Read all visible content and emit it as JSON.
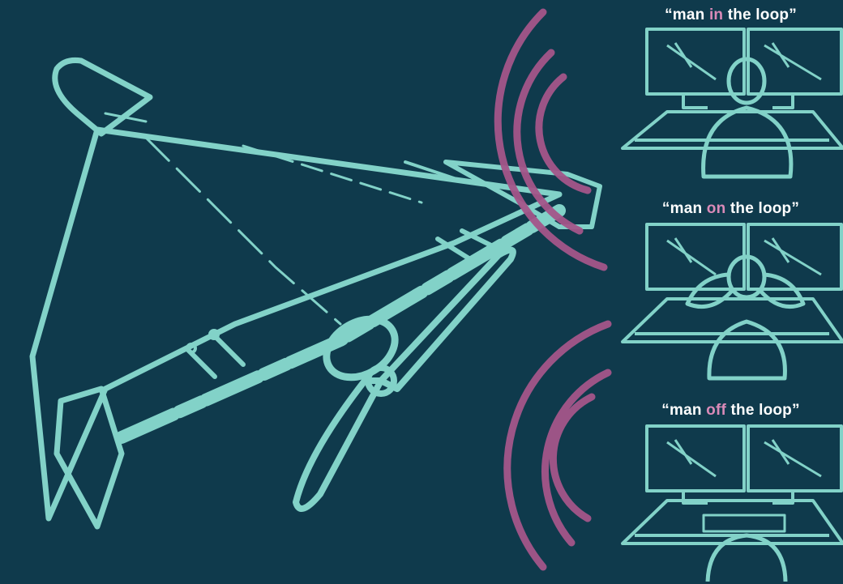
{
  "captions": [
    {
      "open": "“man ",
      "highlight": "in",
      "close": " the loop”"
    },
    {
      "open": "“man ",
      "highlight": "on",
      "close": " the loop”"
    },
    {
      "open": "“man ",
      "highlight": "off",
      "close": " the loop”"
    }
  ],
  "colors": {
    "background": "#0f3a4c",
    "line_art": "#82d2c8",
    "signal_waves": "#a4568a",
    "highlight": "#d98ab8",
    "caption_text": "#ffffff"
  },
  "icons": [
    "drone-illustration",
    "signal-waves-icon",
    "operator-workstation-illustration"
  ]
}
